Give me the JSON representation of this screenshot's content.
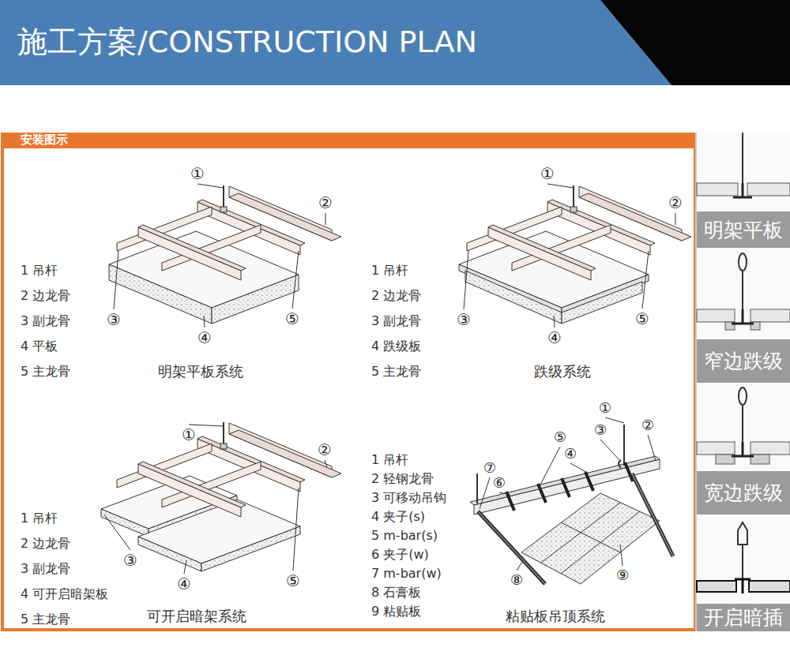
{
  "diagram": {
    "title": "施工方案/CONSTRUCTION PLAN",
    "nodes": [
      {
        "text": [
          "明架平板"
        ]
      },
      {
        "text": [
          "窄边跌级"
        ]
      },
      {
        "text": [
          "宽边跌级"
        ]
      },
      {
        "text": [
          "开启暗插"
        ]
      }
    ],
    "labels": [
      "安装图示",
      "1 吊杆",
      "2 边龙骨",
      "3 副龙骨",
      "4 平板",
      "5 主龙骨",
      "明架平板系统",
      "①",
      "②",
      "③",
      "④",
      "⑤",
      "1 吊杆",
      "2 边龙骨",
      "3 副龙骨",
      "4 跌级板",
      "5 主龙骨",
      "跌级系统",
      "①",
      "②",
      "③",
      "④",
      "⑤",
      "1 吊杆",
      "2 边龙骨",
      "3 副龙骨",
      "4 可开启暗架板",
      "5 主龙骨",
      "可开启暗架系统",
      "①",
      "②",
      "③",
      "④",
      "⑤",
      "1 吊杆",
      "2 轻钢龙骨",
      "3 可移动吊钩",
      "4 夹子(s)",
      "5 m-bar(s)",
      "6 夹子(w)",
      "7 m-bar(w)",
      "8 石膏板",
      "9 粘贴板",
      "粘贴板吊顶系统",
      "①",
      "②",
      "③",
      "④",
      "⑤",
      "⑥",
      "⑦",
      "⑧",
      "⑨"
    ]
  }
}
